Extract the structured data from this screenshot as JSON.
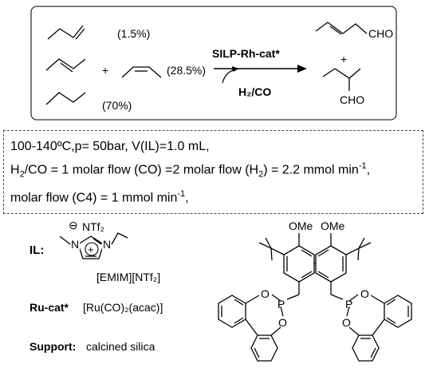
{
  "reaction": {
    "pct_1butene": "(1.5%)",
    "plus_left": "+",
    "pct_2butene": "(28.5%)",
    "pct_butane": "(70%)",
    "catalyst_label": "SILP-Rh-cat*",
    "gas_label": "H₂/CO",
    "plus_right": "+",
    "aldehyde_1": "CHO",
    "aldehyde_2": "CHO"
  },
  "conditions": {
    "line1": "100-140ºC,p= 50bar, V(IL)=1.0 mL,",
    "line2_a": "H",
    "line2_b": "2",
    "line2_c": "/CO = 1 molar flow (CO) =2 molar flow (H",
    "line2_d": "2",
    "line2_e": ") = 2.2 mmol min",
    "line2_f": "-1",
    "line2_g": ",",
    "line3_a": "molar flow (C4) = 1 mmol min",
    "line3_b": "-1",
    "line3_c": ","
  },
  "il": {
    "label": "IL:",
    "anion_charge": "⊖",
    "anion": "NTf₂",
    "n1": "N",
    "n2": "N",
    "cation_plus": "+",
    "name": "[EMIM][NTf₂]"
  },
  "ru": {
    "label": "Ru-cat*",
    "formula": "[Ru(CO)₂(acac)]"
  },
  "support": {
    "label": "Support:",
    "value": "calcined silica"
  },
  "ligand": {
    "ome_left": "OMe",
    "ome_right": "OMe",
    "p_left": "P",
    "p_right": "P",
    "o_left_1": "O",
    "o_left_2": "O",
    "o_right_1": "O",
    "o_right_2": "O"
  }
}
